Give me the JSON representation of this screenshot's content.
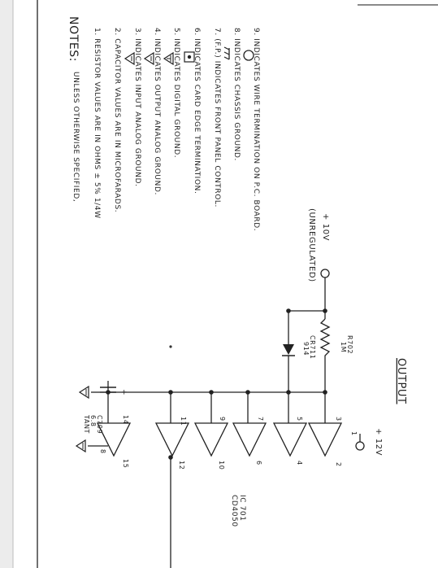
{
  "title": "OUTPUT",
  "supply": {
    "main": "+ 10V",
    "main_note": "(UNREGULATED)",
    "logic": "+ 12V"
  },
  "parts": {
    "resistor": {
      "ref": "R702",
      "value": "1M"
    },
    "diode": {
      "ref": "CR711",
      "type": "914"
    },
    "capacitor": {
      "ref": "C709",
      "value": "6.8",
      "type": "TANT"
    },
    "ic": {
      "ref": "IC 701",
      "type": "CD4050"
    }
  },
  "pins": [
    "3",
    "2",
    "5",
    "4",
    "7",
    "6",
    "9",
    "10",
    "11",
    "12",
    "14",
    "15",
    "1",
    "8"
  ],
  "notes": {
    "heading": "NOTES:",
    "heading_tail": "UNLESS OTHERWISE SPECIFIED,",
    "items": [
      "1. RESISTOR VALUES ARE IN OHMS ± 5% 1/4W",
      "2. CAPACITOR VALUES ARE IN MICROFARADS.",
      "3. INDICATES INPUT ANALOG GROUND.",
      "4. INDICATES OUTPUT ANALOG GROUND.",
      "5. INDICATES DIGITAL GROUND.",
      "6. INDICATES CARD EDGE TERMINATION.",
      "7. (F.P.) INDICATES FRONT PANEL CONTROL.",
      "8. INDICATES CHASSIS GROUND.",
      "9. INDICATES WIRE TERMINATION ON P.C. BOARD."
    ]
  },
  "colors": {
    "ink": "#1f1f1f",
    "paper": "#ffffff",
    "margin_strip": "#d9d9d9"
  }
}
